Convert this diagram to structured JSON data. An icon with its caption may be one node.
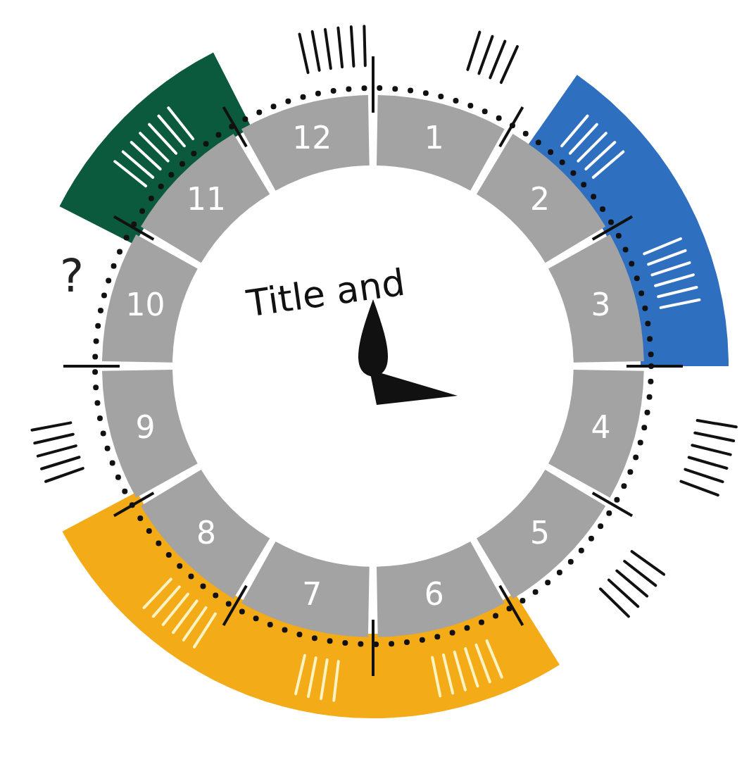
{
  "diagram": {
    "title": "Title and",
    "nodes": [
      {
        "text": [
          "1"
        ]
      },
      {
        "text": [
          "2"
        ]
      },
      {
        "text": [
          "3"
        ]
      },
      {
        "text": [
          "4"
        ]
      },
      {
        "text": [
          "5"
        ]
      },
      {
        "text": [
          "6"
        ]
      },
      {
        "text": [
          "7"
        ]
      },
      {
        "text": [
          "8"
        ]
      },
      {
        "text": [
          "9"
        ]
      },
      {
        "text": [
          "10"
        ]
      },
      {
        "text": [
          "11"
        ]
      },
      {
        "text": [
          "12"
        ]
      }
    ],
    "edges": [],
    "labels": [
      "?"
    ]
  }
}
